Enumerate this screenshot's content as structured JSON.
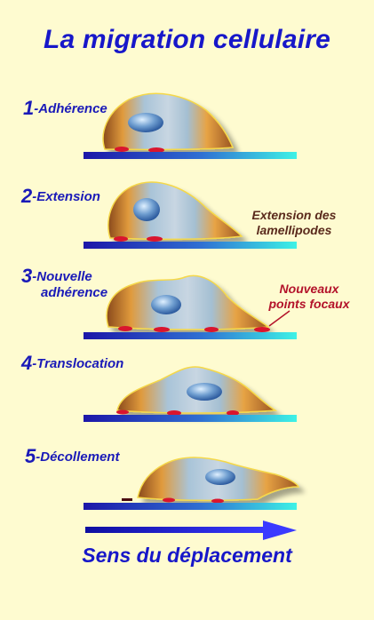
{
  "title": "La migration cellulaire",
  "steps": [
    {
      "number": "1",
      "label": "-Adhérence"
    },
    {
      "number": "2",
      "label": "-Extension"
    },
    {
      "number": "3",
      "label": "-Nouvelle",
      "label2": "adhérence"
    },
    {
      "number": "4",
      "label": "-Translocation"
    },
    {
      "number": "5",
      "label": "-Décollement"
    }
  ],
  "annotations": {
    "extension_line1": "Extension des",
    "extension_line2": "lamellipodes",
    "focal_line1": "Nouveaux",
    "focal_line2": "points focaux"
  },
  "footer": "Sens du déplacement",
  "colors": {
    "background": "#fefbd0",
    "title": "#1717c9",
    "substrate_left": "#1c16a8",
    "substrate_right": "#3ef2e6",
    "cell_orange": "#d9892c",
    "cell_blue": "#a9c8e0",
    "focal_point": "#d9152e",
    "annotation_brown": "#5a2a1c",
    "annotation_red": "#b3122a"
  }
}
